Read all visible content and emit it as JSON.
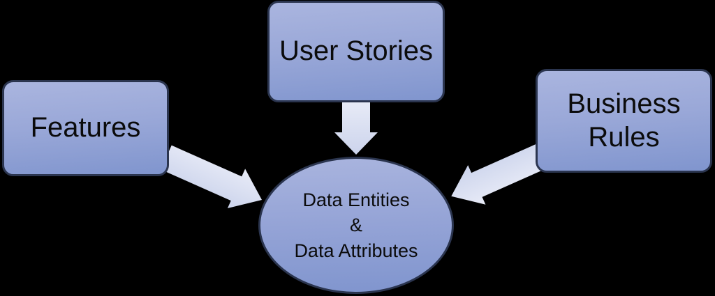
{
  "diagram": {
    "background_color": "#000000",
    "node_fill_top": "#aab5df",
    "node_fill_bottom": "#8095ce",
    "node_border_color": "#2b354f",
    "arrow_fill_top": "#e8ebf7",
    "arrow_fill_bottom": "#ccd4ec",
    "text_color": "#0b0b0b",
    "nodes": {
      "features": {
        "label": "Features"
      },
      "user_stories": {
        "label": "User Stories"
      },
      "business_rules": {
        "label": "Business Rules"
      },
      "center": {
        "lines": [
          "Data Entities",
          "&",
          "Data Attributes"
        ],
        "label": "Data Entities & Data Attributes",
        "shape": "ellipse"
      }
    },
    "edges": [
      {
        "from": "features",
        "to": "center",
        "direction": "down-right"
      },
      {
        "from": "user_stories",
        "to": "center",
        "direction": "down"
      },
      {
        "from": "business_rules",
        "to": "center",
        "direction": "down-left"
      }
    ]
  }
}
